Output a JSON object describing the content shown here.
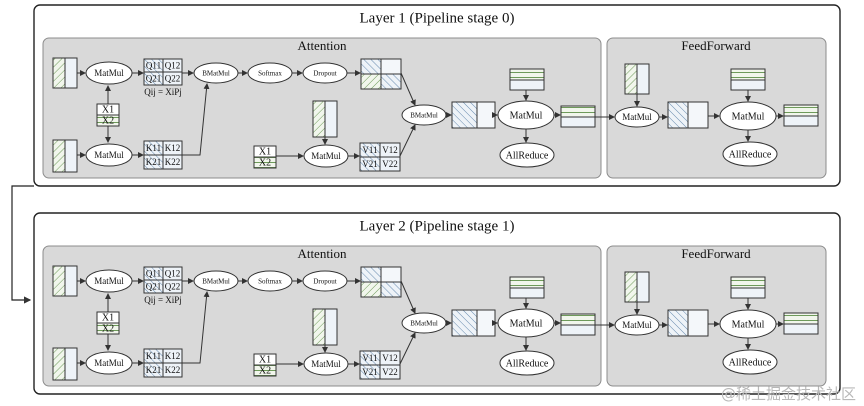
{
  "layers": [
    {
      "title": "Layer 1 (Pipeline stage 0)",
      "attention": {
        "title": "Attention",
        "q": [
          "Q11",
          "Q12",
          "Q21",
          "Q22"
        ],
        "k": [
          "K11",
          "K12",
          "K21",
          "K22"
        ],
        "v": [
          "V11",
          "V12",
          "V21",
          "V22"
        ],
        "x": [
          "X1",
          "X2"
        ],
        "x_v": [
          "X1",
          "X2"
        ],
        "formula": "Qij = XiPj",
        "matmul_q": "MatMul",
        "matmul_k": "MatMul",
        "matmul_v": "MatMul",
        "bmatmul1": "BMatMul",
        "softmax": "Softmax",
        "dropout": "Dropout",
        "bmatmul2": "BMatMul",
        "matmul_out": "MatMul",
        "allreduce": "AllReduce"
      },
      "feedforward": {
        "title": "FeedForward",
        "matmul1": "MatMul",
        "matmul2": "MatMul",
        "allreduce": "AllReduce"
      }
    },
    {
      "title": "Layer 2 (Pipeline stage 1)",
      "attention": {
        "title": "Attention",
        "q": [
          "Q11",
          "Q12",
          "Q21",
          "Q22"
        ],
        "k": [
          "K11",
          "K12",
          "K21",
          "K22"
        ],
        "v": [
          "V11",
          "V12",
          "V21",
          "V22"
        ],
        "x": [
          "X1",
          "X2"
        ],
        "x_v": [
          "X1",
          "X2"
        ],
        "formula": "Qij = XiPj",
        "matmul_q": "MatMul",
        "matmul_k": "MatMul",
        "matmul_v": "MatMul",
        "bmatmul1": "BMatMul",
        "softmax": "Softmax",
        "dropout": "Dropout",
        "bmatmul2": "BMatMul",
        "matmul_out": "MatMul",
        "allreduce": "AllReduce"
      },
      "feedforward": {
        "title": "FeedForward",
        "matmul1": "MatMul",
        "matmul2": "MatMul",
        "allreduce": "AllReduce"
      }
    }
  ],
  "watermark": "@稀土掘金技术社区",
  "colors": {
    "panel": "#d9d9d9",
    "panel_border": "#8c8c8c",
    "hatch_green": "#6e9a5a",
    "hatch_blue": "#6a8caf",
    "tensor_fill": "#eaf2e3"
  }
}
